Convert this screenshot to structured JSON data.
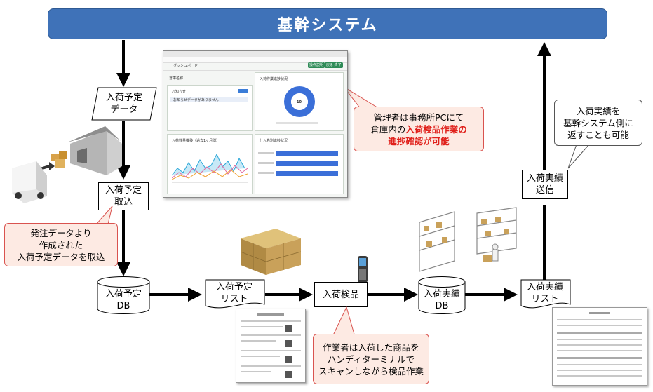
{
  "banner": {
    "title": "基幹システム"
  },
  "flow": {
    "schedule_data": "入荷予定\nデータ",
    "schedule_import": "入荷予定\n取込",
    "schedule_db": "入荷予定\nDB",
    "schedule_list": "入荷予定\nリスト",
    "inspection": "入荷検品",
    "result_db": "入荷実績\nDB",
    "result_list": "入荷実績\nリスト",
    "result_send": "入荷実績\n送信"
  },
  "notes": {
    "import_note": "発注データより\n作成された\n入荷予定データを取込",
    "manager_line1": "管理者は事務所PCにて",
    "manager_line2a": "倉庫内の",
    "manager_line2b": "入荷検品作業の",
    "manager_line3": "進捗確認が可能",
    "return_note": "入荷実績を\n基幹システム側に\n返すことも可能",
    "worker_note": "作業者は入荷した商品を\nハンディターミナルで\nスキャンしながら検品作業"
  },
  "dashboard": {
    "header_title": "ダッシュボード",
    "btn1": "操作説明",
    "btn2": "戻る 終了",
    "select_label": "倉庫名称",
    "news_title": "お知らせ",
    "news_item": "お知らせデータがありません",
    "progress_title": "入荷作業進捗状況",
    "donut_value": "10",
    "trend_title": "入荷数量推移（過去1ヶ月間）",
    "supplier_title": "仕入先別進捗状況"
  }
}
